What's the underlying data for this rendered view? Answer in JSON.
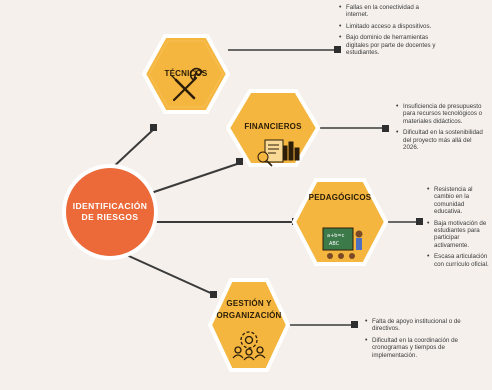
{
  "center": {
    "title": "IDENTIFICACIÓN DE RIESGOS",
    "color": "#ec6a3a"
  },
  "colors": {
    "hex_fill": "#f4b63f",
    "hex_stroke": "#ffffff",
    "hex_inner": "#f8c055",
    "line": "#3a3a3a",
    "node": "#2f2f2f"
  },
  "categories": [
    {
      "id": "tecnicos",
      "title": "TÉCNICOS",
      "icon": "tools-icon",
      "risks": [
        "Fallas en la conectividad a internet.",
        "Limitado acceso a dispositivos.",
        "Bajo dominio de herramientas digitales por parte de docentes y estudiantes."
      ]
    },
    {
      "id": "financieros",
      "title": "FINANCIEROS",
      "icon": "finance-report-icon",
      "risks": [
        "Insuficiencia de presupuesto para recursos tecnológicos o materiales didácticos.",
        "Dificultad en la sostenibilidad del proyecto más allá del 2026."
      ]
    },
    {
      "id": "pedagogicos",
      "title": "PEDAGÓGICOS",
      "icon": "classroom-icon",
      "risks": [
        "Resistencia al cambio en la comunidad educativa.",
        "Baja motivación de estudiantes para participar activamente.",
        "Escasa articulación con currículo oficial."
      ]
    },
    {
      "id": "gestion",
      "title": "GESTIÓN Y ORGANIZACIÓN",
      "title_line1": "GESTIÓN Y",
      "title_line2": "ORGANIZACIÓN",
      "icon": "team-gear-icon",
      "risks": [
        "Falta de apoyo institucional o de directivos.",
        "Dificultad en la coordinación de cronogramas y tiempos de implementación."
      ]
    }
  ]
}
